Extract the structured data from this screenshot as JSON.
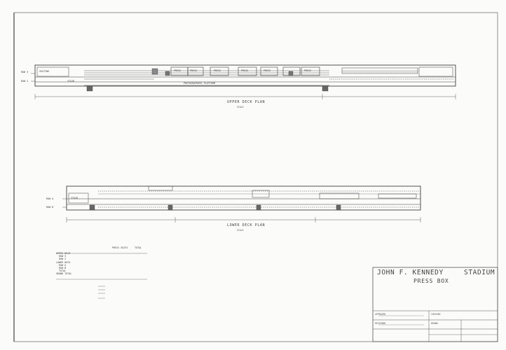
{
  "upper_plan": {
    "title": "UPPER DECK PLAN",
    "scale": "SCALE",
    "row_labels": [
      "ROW 3",
      "ROW 2"
    ],
    "rooms": [
      "PRESS",
      "PRESS",
      "PRESS",
      "PRESS",
      "PRESS",
      "PRESS"
    ],
    "corridor_label": "PHOTOGRAPHERS PLATFORM",
    "note_1": "SEATING",
    "note_2": "STAIR"
  },
  "lower_plan": {
    "title": "LOWER DECK PLAN",
    "scale": "SCALE",
    "row_labels": [
      "ROW A",
      "ROW B"
    ],
    "note_1": "STAIR"
  },
  "seat_schedule": {
    "headers": [
      "",
      "",
      "PRESS SEATS",
      "TOTAL"
    ],
    "rows": [
      [
        "UPPER DECK",
        "",
        "",
        ""
      ],
      [
        "ROW 3",
        "",
        "",
        ""
      ],
      [
        "ROW 2",
        "",
        "",
        ""
      ],
      [
        "LOWER DECK",
        "",
        "",
        ""
      ],
      [
        "ROW A",
        "",
        "",
        ""
      ],
      [
        "ROW B",
        "",
        "",
        ""
      ],
      [
        "TOTAL",
        "",
        "",
        ""
      ],
      [
        "GRAND TOTAL",
        "",
        "",
        ""
      ]
    ],
    "notes": [
      "",
      "",
      "",
      ""
    ]
  },
  "title_block": {
    "name": "JOHN F. KENNEDY",
    "stadium": "STADIUM",
    "subtitle": "PRESS BOX",
    "line1": "",
    "line2": "",
    "line3": "",
    "line4": "",
    "line5": "",
    "approved": "APPROVED",
    "reviewed": "REVIEWED",
    "checked": "CHECKED",
    "drawn": "DRAWN"
  },
  "footer_note": ""
}
